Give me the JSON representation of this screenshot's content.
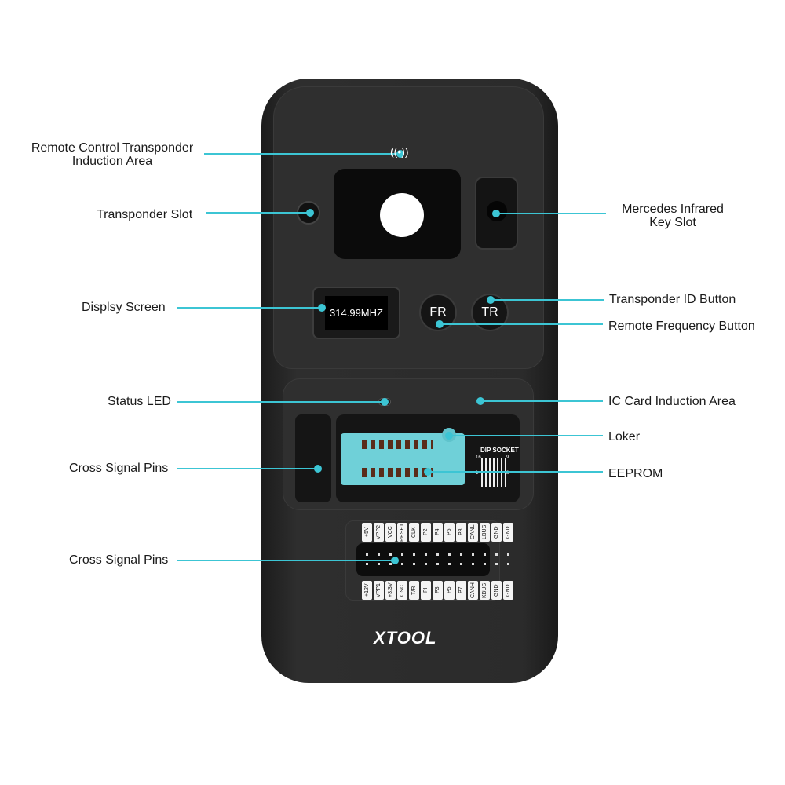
{
  "device": {
    "brand": "XTOOL",
    "screen_text": "314.99MHZ",
    "fr_label": "FR",
    "tr_label": "TR",
    "socket_label": "DIP SOCKET",
    "socket_pin_16": "16",
    "socket_pin_9": "9",
    "socket_pin_1": "1",
    "socket_pin_8": "8"
  },
  "pins": {
    "top": [
      "+5V",
      "VPP2",
      "VCC",
      "RESET",
      "CLK",
      "P2",
      "P4",
      "P6",
      "P8",
      "CANL",
      "LBUS",
      "GND",
      "GND"
    ],
    "bottom": [
      "+12V",
      "VPP1",
      "+3.3V",
      "OSC",
      "T/R",
      "PI",
      "P3",
      "P5",
      "P7",
      "CANH",
      "KBUS",
      "GND",
      "GND"
    ]
  },
  "callouts": {
    "remote_induction_1": "Remote Control Transponder",
    "remote_induction_2": "Induction Area",
    "transponder_slot": "Transponder Slot",
    "mercedes_1": "Mercedes Infrared",
    "mercedes_2": "Key Slot",
    "display": "Displsy Screen",
    "transponder_id": "Transponder ID Button",
    "remote_freq": "Remote Frequency Button",
    "status_led": "Status LED",
    "ic_card": "IC Card Induction Area",
    "loker": "Loker",
    "cross_pins_1": "Cross Signal Pins",
    "eeprom": "EEPROM",
    "cross_pins_2": "Cross Signal Pins"
  },
  "colors": {
    "accent": "#3cc5d4",
    "device": "#2b2b2b",
    "socket": "#6fd0d8"
  }
}
